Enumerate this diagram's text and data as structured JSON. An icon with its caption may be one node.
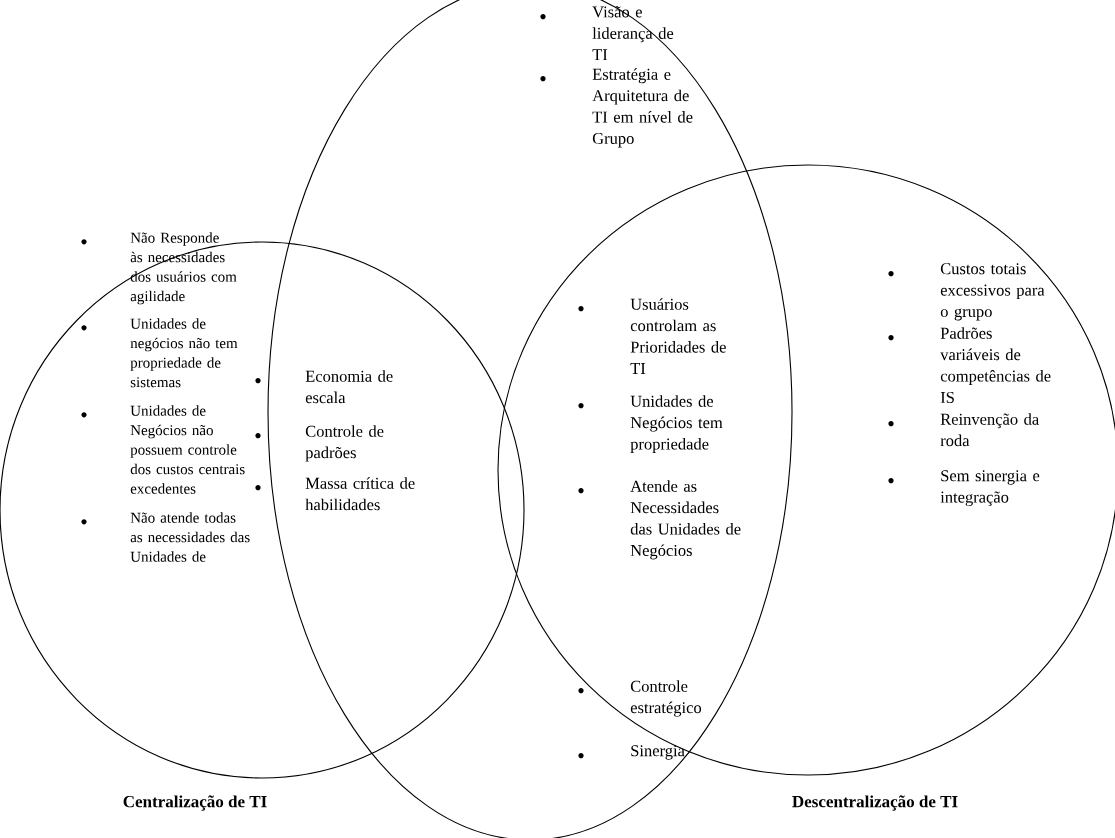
{
  "diagram": {
    "nodes": [
      {
        "text": [
          "Não Responde às necessidades dos usuários com agilidade",
          "Unidades de negócios não tem propriedade de sistemas",
          "Unidades de Negócios não possuem controle dos custos centrais excedentes",
          "Não atende todas as necessidades das Unidades de",
          "Centralização de TI"
        ]
      },
      {
        "text": [
          "Visão e liderança de TI",
          "Estratégia e Arquitetura de TI em nível de Grupo"
        ]
      },
      {
        "text": [
          "Custos totais excessivos para o grupo",
          "Padrões variáveis de competências de IS",
          "Reinvenção da roda",
          "Sem sinergia e integração",
          "Descentralização de TI"
        ]
      }
    ],
    "labels": [
      "Economia de escala",
      "Controle de padrões",
      "Massa crítica de habilidades",
      "Usuários controlam as Prioridades de TI",
      "Unidades de Negócios tem propriedade",
      "Atende as Necessidades das Unidades de Negócios",
      "Controle estratégico",
      "Sinergia"
    ]
  }
}
